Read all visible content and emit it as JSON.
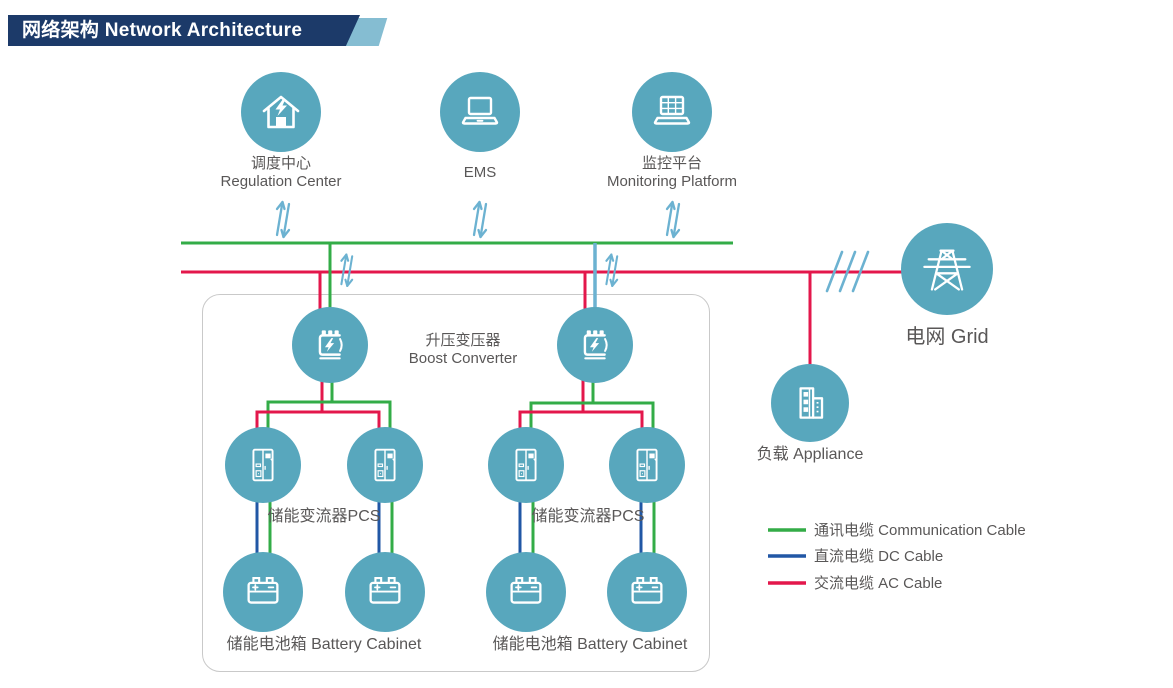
{
  "title": {
    "text": "网络架构 Network Architecture"
  },
  "nodes": {
    "regulation": {
      "zh": "调度中心",
      "en": "Regulation Center"
    },
    "ems": {
      "label": "EMS"
    },
    "monitoring": {
      "zh": "监控平台",
      "en": "Monitoring Platform"
    },
    "grid": {
      "label": "电网 Grid"
    },
    "appliance": {
      "label": "负载 Appliance"
    },
    "boost": {
      "zh": "升压变压器",
      "en": "Boost Converter"
    },
    "pcs": {
      "label": "储能变流器PCS"
    },
    "battery": {
      "label": "储能电池箱 Battery Cabinet"
    }
  },
  "legend": {
    "items": [
      {
        "label": "通讯电缆 Communication Cable",
        "color": "#33AC47"
      },
      {
        "label": "直流电缆 DC Cable",
        "color": "#2157A5"
      },
      {
        "label": "交流电缆 AC Cable",
        "color": "#E3174B"
      }
    ]
  },
  "icons": {
    "regulation": "house-bolt-icon",
    "ems": "laptop-icon",
    "monitoring": "laptop-grid-icon",
    "grid": "transmission-tower-icon",
    "appliance": "buildings-icon",
    "boost": "transformer-icon",
    "pcs": "converter-cabinet-icon",
    "battery": "battery-icon",
    "flow": "double-arrow-icon"
  },
  "colors": {
    "node_fill": "#58A7BD",
    "communication": "#33AC47",
    "dc": "#2157A5",
    "ac": "#E3174B",
    "data_flow": "#6CB2D1",
    "banner": "#1C3A69",
    "banner_accent": "#85BDD2",
    "text": "#595757"
  }
}
